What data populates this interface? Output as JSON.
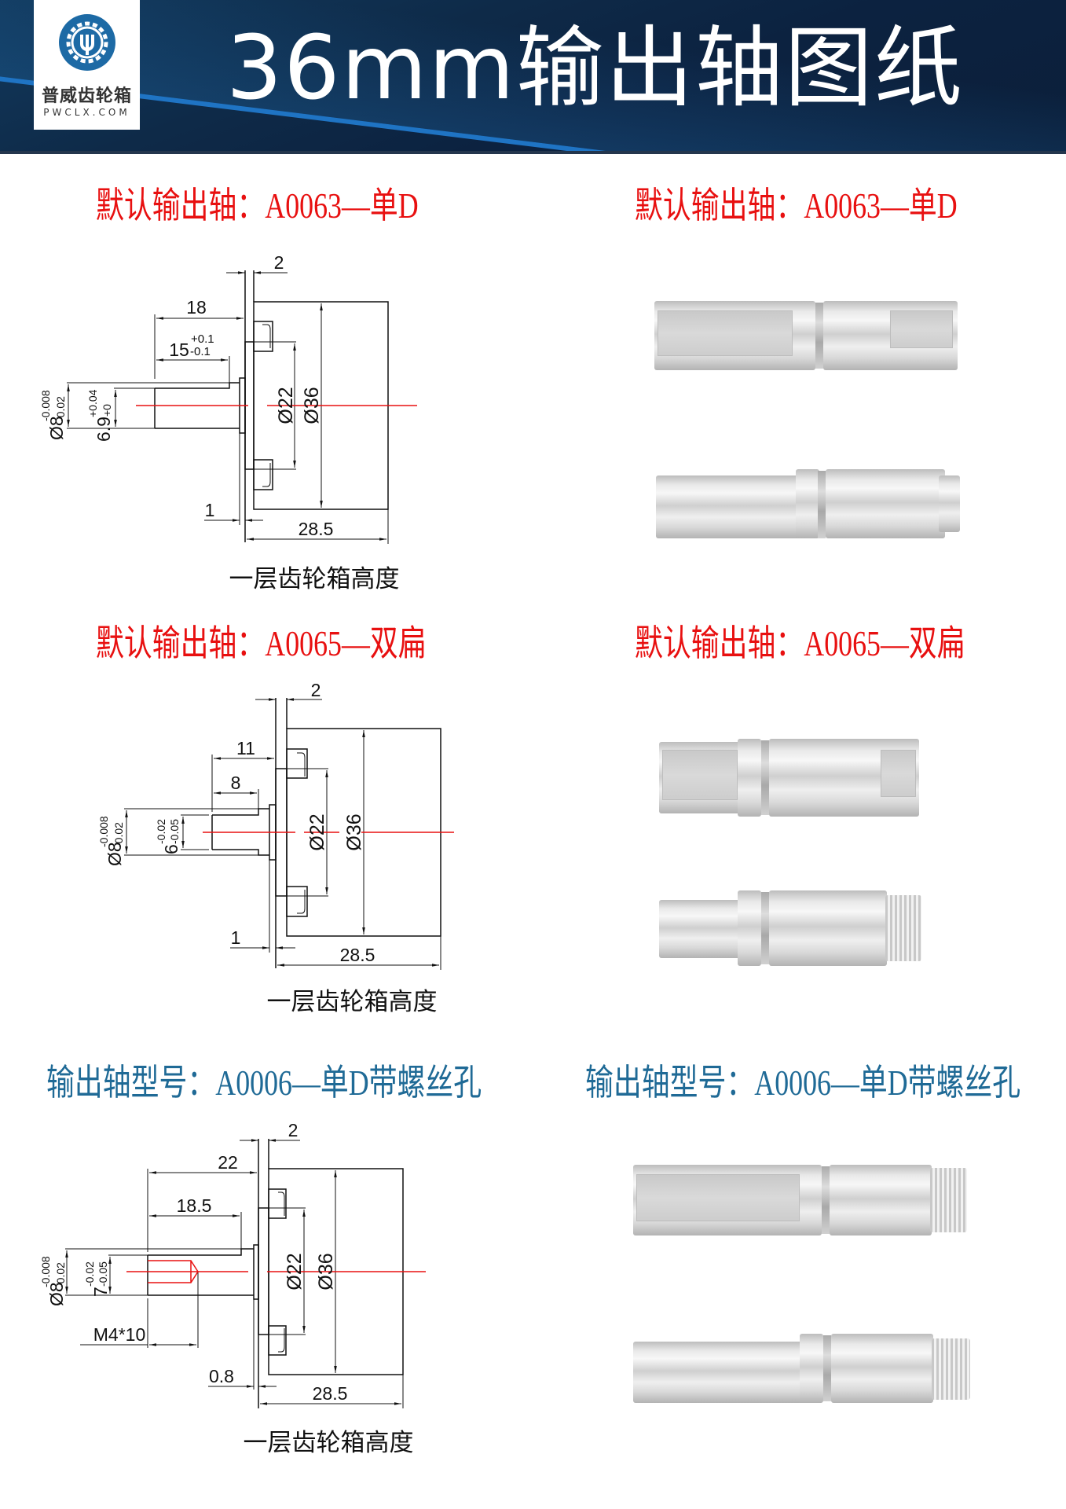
{
  "header": {
    "title": "36mm输出轴图纸",
    "logo_cn": "普威齿轮箱",
    "logo_en": "PWCLX.COM"
  },
  "sections": [
    {
      "heading_drawing": "默认输出轴：A0063—单D",
      "heading_photo": "默认输出轴：A0063—单D",
      "dims": {
        "flange": "2",
        "total_len": "18",
        "flat_len": "15",
        "flat_tol_upper": "+0.1",
        "flat_tol_lower": "-0.1",
        "collar": "1",
        "height": "28.5",
        "d22": "Ø22",
        "d36": "Ø36",
        "shaft_d": "Ø8",
        "shaft_tol_upper": "-0.008",
        "shaft_tol_lower": "-0.02",
        "flat_d": "6.9",
        "flat_d_tol_upper": "+0.04",
        "flat_d_tol_lower": "+0"
      },
      "caption": "一层齿轮箱高度",
      "accent": "#e81010"
    },
    {
      "heading_drawing": "默认输出轴：A0065—双扁",
      "heading_photo": "默认输出轴：A0065—双扁",
      "dims": {
        "flange": "2",
        "total_len": "11",
        "flat_len": "8",
        "collar": "1",
        "height": "28.5",
        "d22": "Ø22",
        "d36": "Ø36",
        "shaft_d": "Ø8",
        "shaft_tol_upper": "-0.008",
        "shaft_tol_lower": "-0.02",
        "flat_d": "6",
        "flat_d_tol_upper": "-0.02",
        "flat_d_tol_lower": "-0.05"
      },
      "caption": "一层齿轮箱高度",
      "accent": "#e81010"
    },
    {
      "heading_drawing": "输出轴型号：A0006—单D带螺丝孔",
      "heading_photo": "输出轴型号：A0006—单D带螺丝孔",
      "dims": {
        "flange": "2",
        "total_len": "22",
        "flat_len": "18.5",
        "thread": "M4*10",
        "collar": "0.8",
        "height": "28.5",
        "d22": "Ø22",
        "d36": "Ø36",
        "shaft_d": "Ø8",
        "shaft_tol_upper": "-0.008",
        "shaft_tol_lower": "-0.02",
        "flat_d": "7",
        "flat_d_tol_upper": "-0.02",
        "flat_d_tol_lower": "-0.05"
      },
      "caption": "一层齿轮箱高度",
      "accent": "#1f6a96"
    }
  ],
  "colors": {
    "header_bg": "#0c2240",
    "centerline": "#e81010",
    "logo_blue": "#1d6aa5"
  }
}
